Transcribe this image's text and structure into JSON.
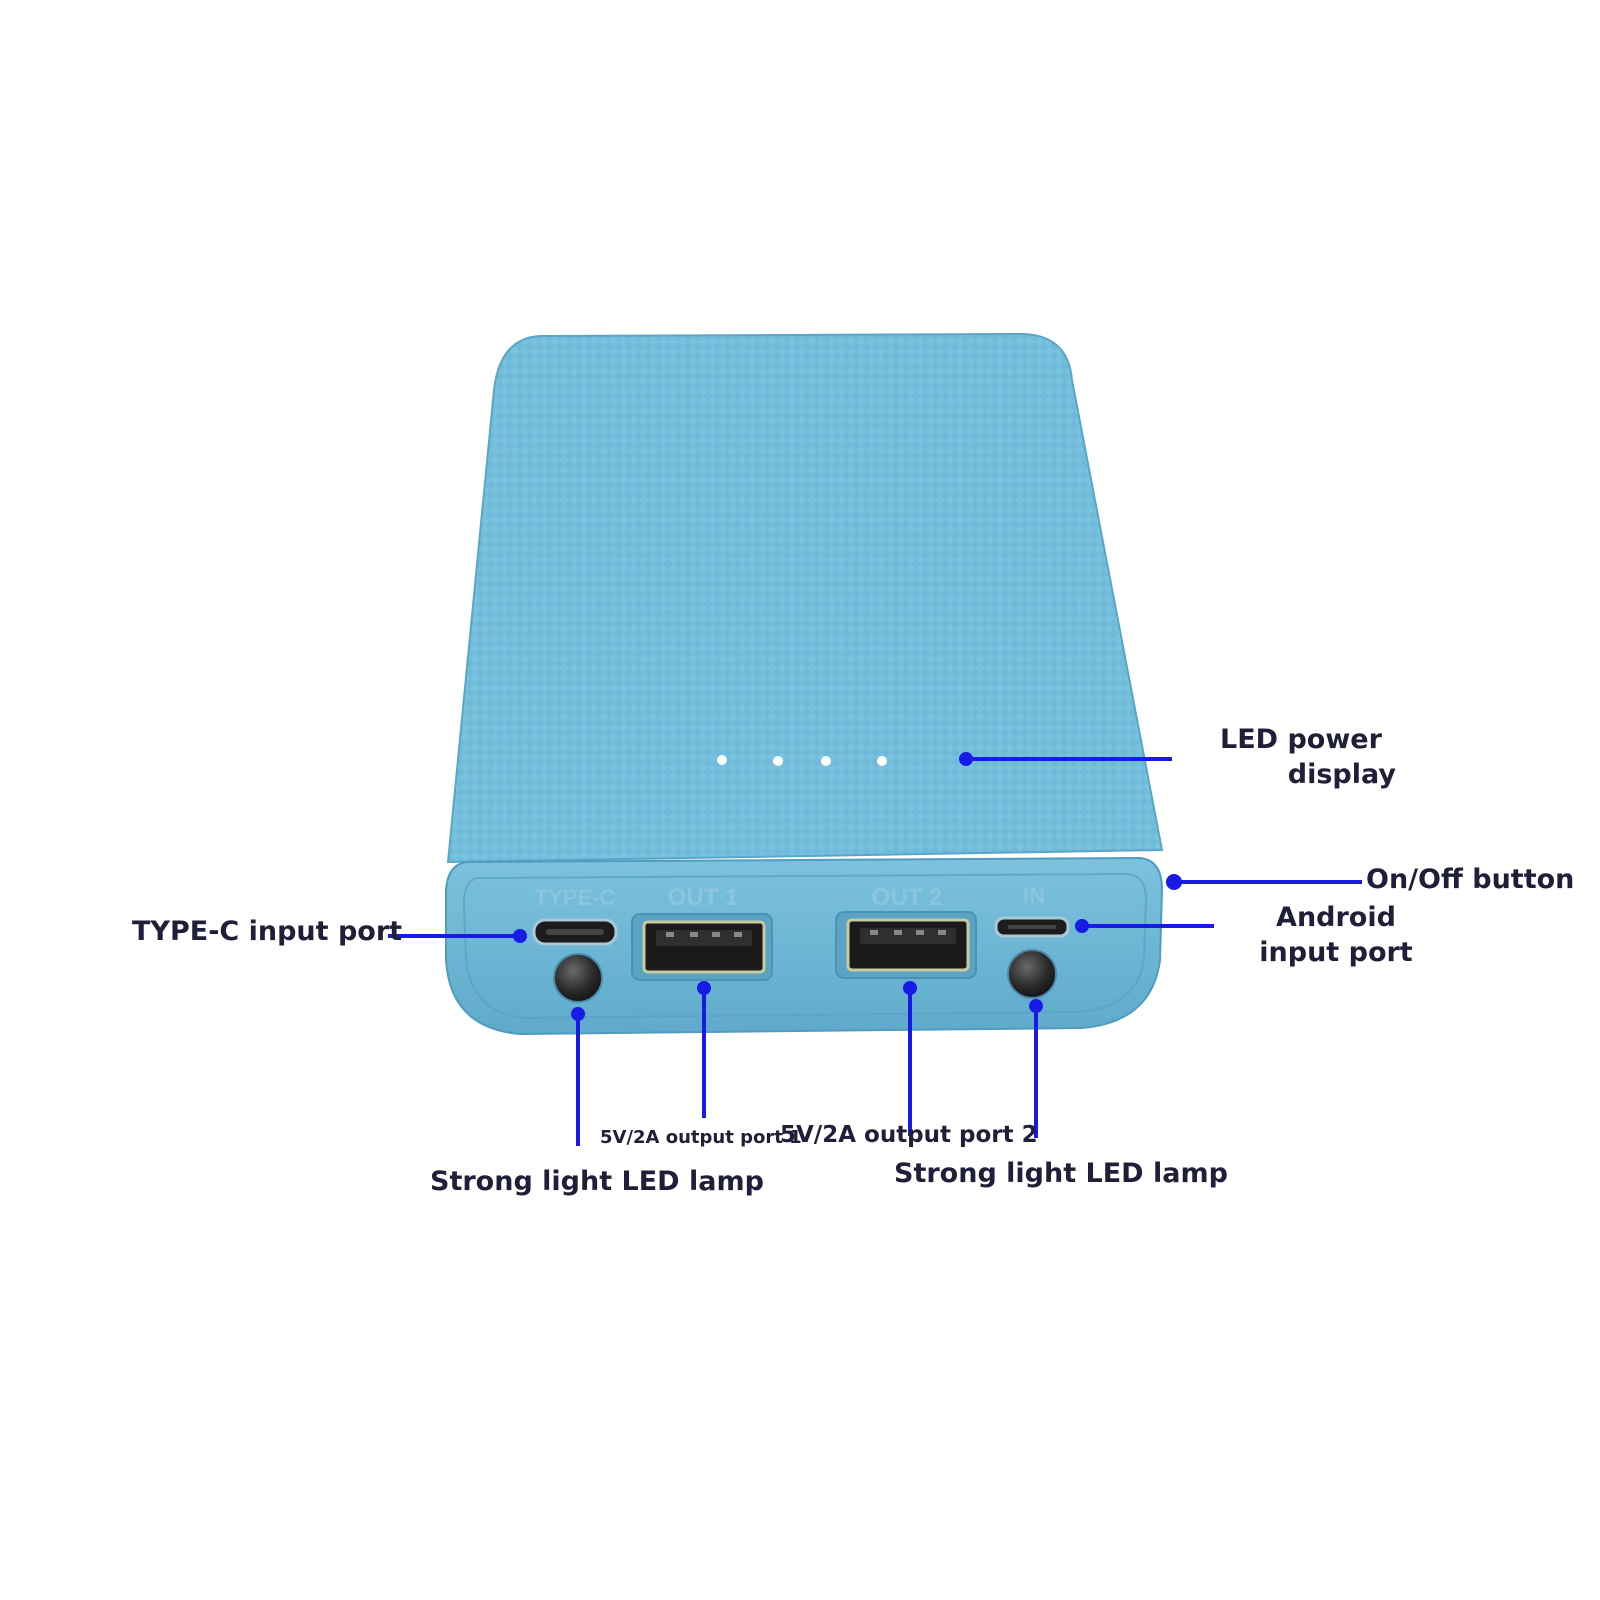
{
  "device": {
    "body_color": "#6fbad9",
    "front_color": "#6cb6d5",
    "leader_color": "#1a1ae6",
    "port_labels": {
      "type_c": "TYPE-C",
      "out1": "OUT 1",
      "out2": "OUT 2",
      "in": "IN"
    }
  },
  "annotations": {
    "led_power_display": [
      "LED power",
      "display"
    ],
    "on_off_button": "On/Off button",
    "android_input_port": [
      "Android",
      "input port"
    ],
    "type_c_input_port": "TYPE-C input port",
    "output_port_1": "5V/2A output port 1",
    "output_port_2": "5V/2A output port 2",
    "led_lamp_left": "Strong light LED lamp",
    "led_lamp_right": "Strong light LED lamp"
  },
  "led_indicator_count": 4
}
